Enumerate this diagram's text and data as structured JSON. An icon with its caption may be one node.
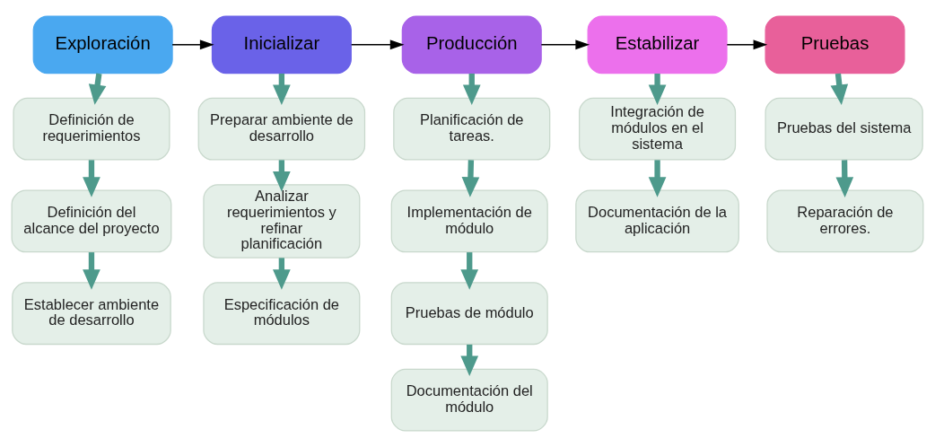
{
  "diagram": {
    "nodes": [
      {
        "text": [
          "Exploración"
        ]
      },
      {
        "text": [
          "Definición de requerimientos"
        ]
      },
      {
        "text": [
          "Definición del alcance del proyecto"
        ]
      },
      {
        "text": [
          "Establecer ambiente de desarrollo"
        ]
      },
      {
        "text": [
          "Inicializar"
        ]
      },
      {
        "text": [
          "Preparar ambiente de desarrollo"
        ]
      },
      {
        "text": [
          "Analizar requerimientos y refinar planificación"
        ]
      },
      {
        "text": [
          "Especificación de módulos"
        ]
      },
      {
        "text": [
          "Producción"
        ]
      },
      {
        "text": [
          "Planificación de tareas."
        ]
      },
      {
        "text": [
          "Implementación de módulo"
        ]
      },
      {
        "text": [
          "Pruebas de módulo"
        ]
      },
      {
        "text": [
          "Documentación del módulo"
        ]
      },
      {
        "text": [
          "Estabilizar"
        ]
      },
      {
        "text": [
          "Integración de módulos en el sistema"
        ]
      },
      {
        "text": [
          "Documentación de la aplicación"
        ]
      },
      {
        "text": [
          "Pruebas"
        ]
      },
      {
        "text": [
          "Pruebas del sistema"
        ]
      },
      {
        "text": [
          "Reparación de errores."
        ]
      }
    ],
    "edges": [
      {
        "from": 0,
        "to": 4,
        "arrow": "to",
        "color": "#000000"
      },
      {
        "from": 4,
        "to": 8,
        "arrow": "to",
        "color": "#000000"
      },
      {
        "from": 8,
        "to": 13,
        "arrow": "to",
        "color": "#000000"
      },
      {
        "from": 13,
        "to": 16,
        "arrow": "to",
        "color": "#000000"
      },
      {
        "from": 0,
        "to": 1,
        "arrow": "to"
      },
      {
        "from": 1,
        "to": 2,
        "arrow": "to"
      },
      {
        "from": 2,
        "to": 3,
        "arrow": "to"
      },
      {
        "from": 4,
        "to": 5,
        "arrow": "to"
      },
      {
        "from": 5,
        "to": 6,
        "arrow": "to"
      },
      {
        "from": 6,
        "to": 7,
        "arrow": "to"
      },
      {
        "from": 8,
        "to": 9,
        "arrow": "to"
      },
      {
        "from": 9,
        "to": 10,
        "arrow": "to"
      },
      {
        "from": 10,
        "to": 11,
        "arrow": "to"
      },
      {
        "from": 11,
        "to": 12,
        "arrow": "to"
      },
      {
        "from": 13,
        "to": 14,
        "arrow": "to"
      },
      {
        "from": 14,
        "to": 15,
        "arrow": "to"
      },
      {
        "from": 16,
        "to": 17,
        "arrow": "to"
      },
      {
        "from": 17,
        "to": 18,
        "arrow": "to"
      }
    ]
  }
}
